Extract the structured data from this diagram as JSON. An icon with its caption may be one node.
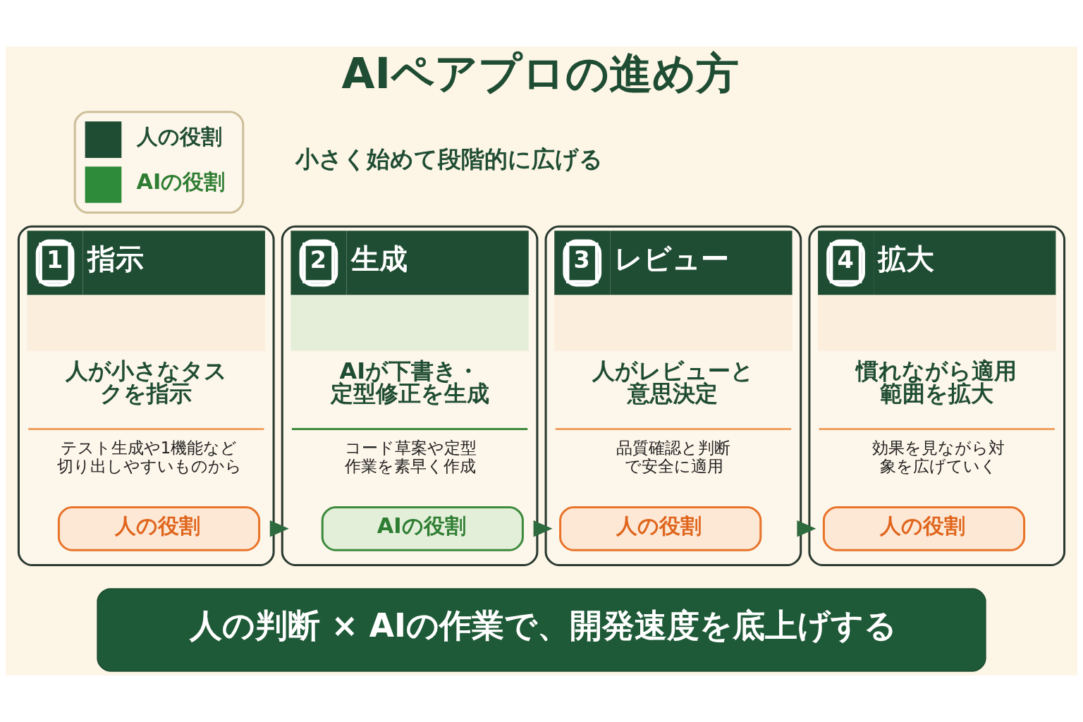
{
  "diagram": {
    "title": "AIペアプロの進め方",
    "nodes": [
      {
        "text": [
          "1",
          "指示",
          "人が小さなタスクを指示",
          "テスト生成や1機能など切り出しやすいものから"
        ]
      },
      {
        "text": [
          "人の役割"
        ],
        "in": 0
      },
      {
        "text": [
          "2",
          "生成",
          "AIが下書き・定型修正を生成",
          "コード草案や定型作業を素早く作成"
        ]
      },
      {
        "text": [
          "AIの役割"
        ],
        "in": 2
      },
      {
        "text": [
          "3",
          "レビュー",
          "人がレビューと意思決定",
          "品質確認と判断で安全に適用"
        ]
      },
      {
        "text": [
          "人の役割"
        ],
        "in": 4
      },
      {
        "text": [
          "4",
          "拡大",
          "慣れながら適用範囲を拡大",
          "効果を見ながら対象を広げていく"
        ]
      },
      {
        "text": [
          "人の役割"
        ],
        "in": 6
      },
      {
        "text": [
          "人の判断 × AIの作業で、開発速度を底上げする"
        ]
      }
    ],
    "edges": [
      {
        "from": 0,
        "to": 2,
        "arrow": "to"
      },
      {
        "from": 2,
        "to": 4,
        "arrow": "to"
      },
      {
        "from": 4,
        "to": 6,
        "arrow": "to"
      }
    ],
    "labels": [
      "小さく始めて段階的に広げる"
    ],
    "legend": [
      {
        "text": "人の役割"
      },
      {
        "text": "AIの役割"
      }
    ]
  }
}
